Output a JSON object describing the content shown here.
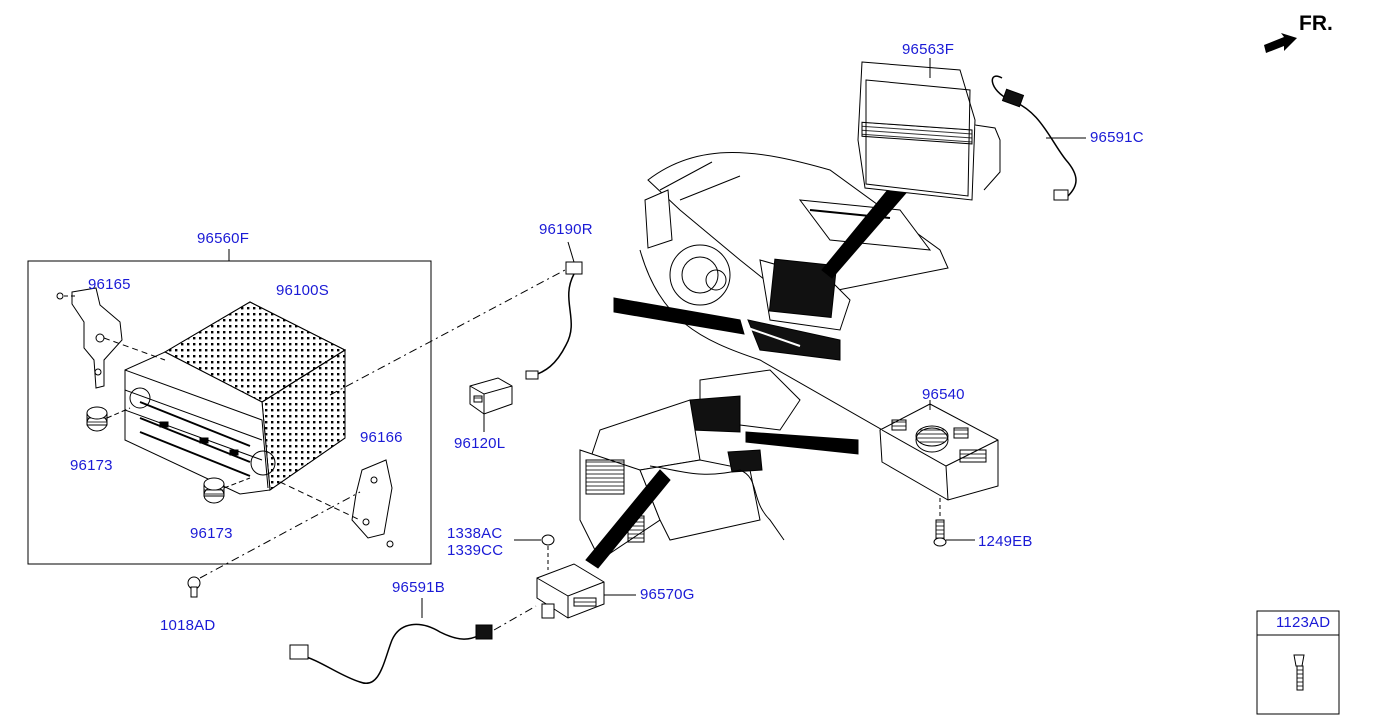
{
  "orientation": {
    "label": "FR.",
    "icon": "arrow-icon"
  },
  "accent_color": "#1a1ad6",
  "line_color": "#000000",
  "parts": {
    "p96560F": "96560F",
    "p96165": "96165",
    "p96100S": "96100S",
    "p96173a": "96173",
    "p96173b": "96173",
    "p96166": "96166",
    "p1018AD": "1018AD",
    "p96190R": "96190R",
    "p96120L": "96120L",
    "p96563F": "96563F",
    "p96591C": "96591C",
    "p96540": "96540",
    "p1249EB": "1249EB",
    "p1338AC": "1338AC",
    "p1339CC": "1339CC",
    "p96570G": "96570G",
    "p96591B": "96591B",
    "p1123AD": "1123AD"
  }
}
